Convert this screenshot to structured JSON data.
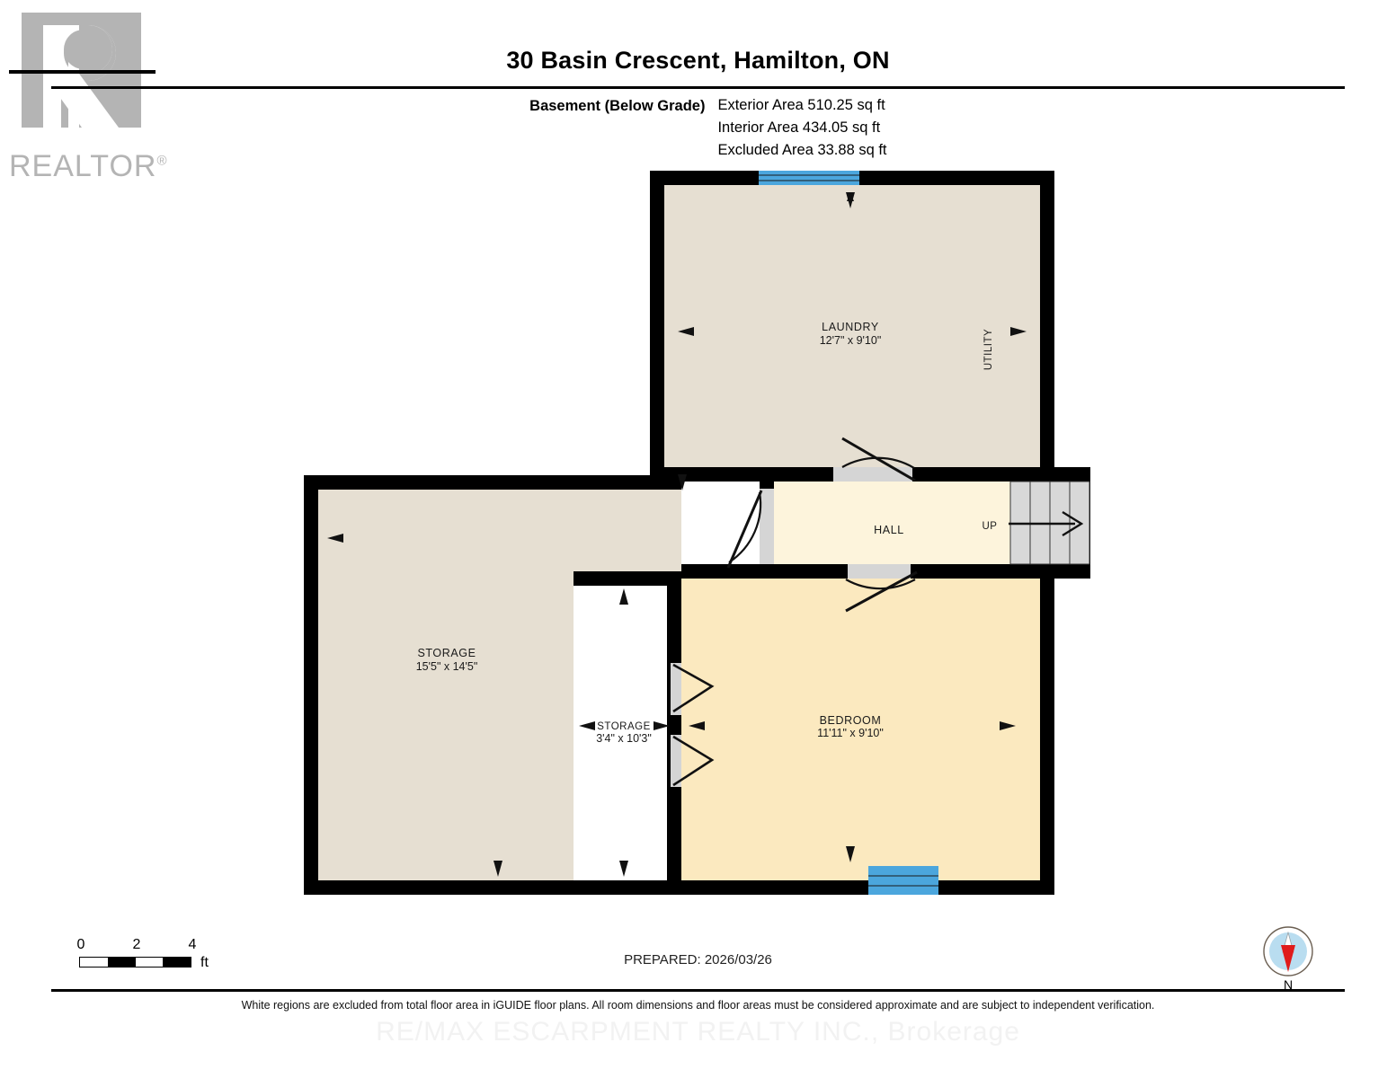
{
  "logo": {
    "word": "REALTOR",
    "registered": "®"
  },
  "header": {
    "title": "30 Basin Crescent, Hamilton, ON",
    "level_label": "Basement (Below Grade)",
    "areas": [
      "Exterior Area 510.25 sq ft",
      "Interior Area 434.05 sq ft",
      "Excluded Area 33.88 sq ft"
    ]
  },
  "floorplan": {
    "rooms": [
      {
        "name": "LAUNDRY",
        "dimensions": "12'7\" x 9'10\"",
        "fill": "#e6dfd2"
      },
      {
        "name": "UTILITY",
        "dimensions": "",
        "fill": "#e6dfd2"
      },
      {
        "name": "HALL",
        "dimensions": "",
        "fill": "#fdf4dc"
      },
      {
        "name": "STORAGE",
        "dimensions": "15'5\" x 14'5\"",
        "fill": "#e6dfd2"
      },
      {
        "name": "STORAGE",
        "dimensions": "3'4\" x 10'3\"",
        "fill": "#ffffff"
      },
      {
        "name": "BEDROOM",
        "dimensions": "11'11\" x 9'10\"",
        "fill": "#fbe9bf"
      }
    ],
    "stairs_label": "UP",
    "colors": {
      "wall": "#000000",
      "window": "#4ba6dd",
      "door": "#d5d5d5",
      "stair_tread": "#d8d8d8",
      "floor_beige": "#e6dfd2",
      "floor_cream": "#fdf4dc",
      "floor_yellow": "#fbe9bf",
      "excluded_white": "#ffffff"
    }
  },
  "scale": {
    "ticks": [
      "0",
      "2",
      "4"
    ],
    "unit": "ft"
  },
  "footer": {
    "prepared": "PREPARED: 2026/03/26",
    "compass_letter": "N",
    "disclaimer": "White regions are excluded from total floor area in iGUIDE floor plans. All room dimensions and floor areas must be considered approximate and are subject to independent verification.",
    "watermark": "RE/MAX ESCARPMENT REALTY INC., Brokerage"
  }
}
